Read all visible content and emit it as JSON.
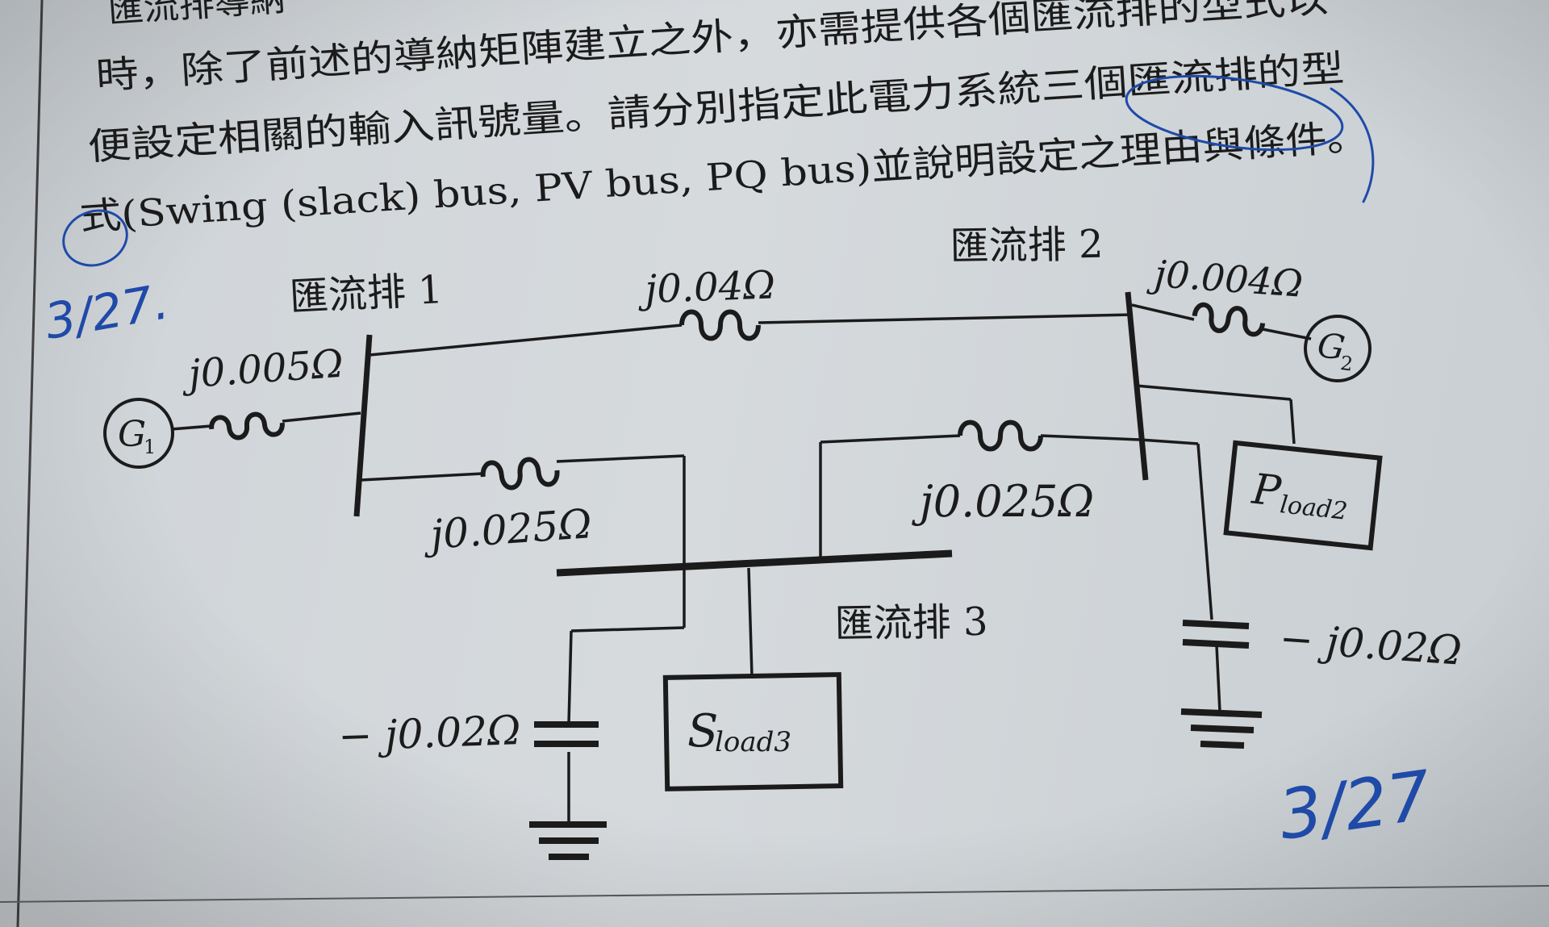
{
  "question_text": {
    "line_0": "匯流排導納",
    "line_1": "時，除了前述的導納矩陣建立之外，亦需提供各個匯流排的型式以",
    "line_2": "便設定相關的輸入訊號量。請分別指定此電力系統三個匯流排的型",
    "line_3": "式(Swing (slack) bus, PV bus, PQ bus)並說明設定之理由與條件。"
  },
  "buses": {
    "bus1": "匯流排 1",
    "bus2": "匯流排 2",
    "bus3": "匯流排 3"
  },
  "impedances": {
    "g1_line": "j0.005Ω",
    "g2_line": "j0.004Ω",
    "line_12": "j0.04Ω",
    "line_13": "j0.025Ω",
    "line_23": "j0.025Ω",
    "cap_bus3": "− j0.02Ω",
    "cap_bus2": "− j0.02Ω"
  },
  "generators": {
    "g1": {
      "letter": "G",
      "sub": "1"
    },
    "g2": {
      "letter": "G",
      "sub": "2"
    }
  },
  "loads": {
    "s_load3": {
      "main": "S",
      "sub": "load3"
    },
    "p_load2": {
      "main": "P",
      "sub": "load2"
    }
  },
  "handwriting": {
    "date_left": "3/27.",
    "date_right": "3/27"
  },
  "colors": {
    "ink": "#1b1b1b",
    "pen": "#1f4aa8",
    "paper": "#d2d7da"
  }
}
